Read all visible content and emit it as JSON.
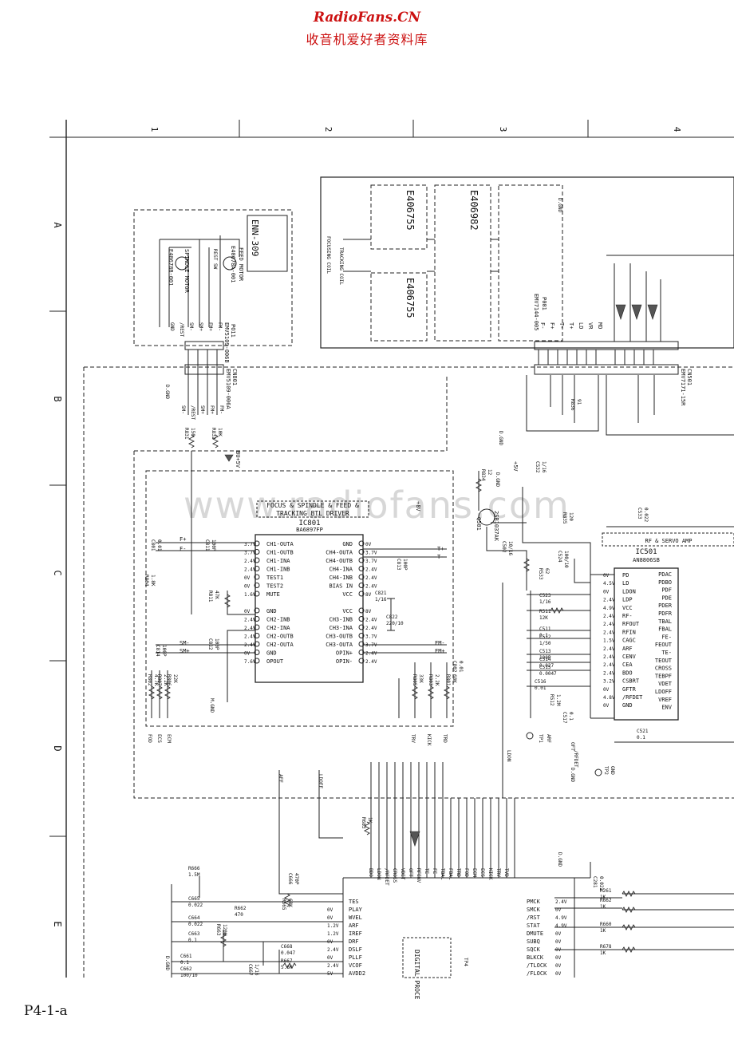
{
  "header": {
    "site": "RadioFans.CN",
    "tagline": "收音机爱好者资料库"
  },
  "watermark": "www.radiofans.com",
  "page_number": "P4-1-a",
  "colors": {
    "header": "#cc1111",
    "ink": "#111111",
    "watermark": "#d7d7d7"
  },
  "grid": {
    "columns": [
      "1",
      "2",
      "3",
      "4"
    ],
    "rows": [
      "A",
      "B",
      "C",
      "D",
      "E"
    ]
  },
  "feed_motor": {
    "part": "ENN-309",
    "label1": "FEED MOTOR",
    "part1": "E40678A-001",
    "label2": "SPINDLE MOTOR",
    "part2": "E40678B-001",
    "connector_top": "PO11",
    "connector_top_part": "EMV5109-006B",
    "connector_bot": "CN801",
    "connector_bot_part": "EMV5109-006A",
    "pins_top": [
      "FM-",
      "FM+",
      "SM+",
      "SM-",
      "/REST",
      "GND"
    ],
    "pins_bot": [
      "FM-",
      "FM+",
      "SM+",
      "/REST",
      "SM-"
    ],
    "switch": "REST SW"
  },
  "pickup": {
    "parts": [
      "E406755",
      "E406982",
      "E406755"
    ],
    "coil1": "TRACKING COIL",
    "coil2": "FOCUSING COIL",
    "connector": "P001",
    "connector_part": "EMV7144-005",
    "pins": [
      "F-",
      "F+",
      "T-",
      "T+",
      "LD",
      "VR",
      "MD"
    ]
  },
  "cn501": {
    "name": "CN501",
    "part": "EMV7171-15R"
  },
  "ic801": {
    "title1": "FOCUS & SPINDLE & FEED &",
    "title2": "TRACKING BTL DRIVER",
    "name": "IC801",
    "part": "BA6897FP",
    "left_pins": [
      "CH1-OUTA",
      "CH1-OUTB",
      "CH1-INA",
      "CH1-INB",
      "TEST1",
      "TEST2",
      "MUTE",
      "",
      "GND",
      "CH2-INB",
      "CH2-INA",
      "CH2-OUTB",
      "CH2-OUTA",
      "GND",
      "OPOUT"
    ],
    "right_pins": [
      "GND",
      "CH4-OUTA",
      "CH4-OUTB",
      "CH4-INA",
      "CH4-INB",
      "BIAS IN",
      "VCC",
      "",
      "VCC",
      "CH3-INB",
      "CH3-INA",
      "CH3-OUTB",
      "CH3-OUTA",
      "OPIN+",
      "OPIN-"
    ],
    "left_volts": [
      "3.7V",
      "3.7V",
      "2.4V",
      "2.4V",
      "0V",
      "0V",
      "1.6V",
      "",
      "0V",
      "2.4V",
      "2.4V",
      "2.4V",
      "2.4V",
      "0V",
      "7.6V"
    ],
    "right_volts": [
      "0V",
      "3.7V",
      "3.7V",
      "2.4V",
      "2.4V",
      "2.4V",
      "8V",
      "",
      "8V",
      "2.4V",
      "2.4V",
      "3.7V",
      "3.7V",
      "2.4V",
      "2.4V"
    ]
  },
  "ic501": {
    "name": "IC501",
    "part": "AN8806SB",
    "block": "RF & SERVO AMP",
    "left_pins": [
      "PD",
      "LD",
      "LDON",
      "LDP",
      "VCC",
      "RF-",
      "RFOUT",
      "RFIN",
      "CAGC",
      "ARF",
      "CENV",
      "CEA",
      "BDO",
      "CSBRT",
      "GFTR",
      "/RFDET",
      "GND"
    ],
    "right_pins": [
      "PDAC",
      "PDBO",
      "PDF",
      "PDE",
      "PDER",
      "PDFR",
      "TBAL",
      "FBAL",
      "FE-",
      "FEOUT",
      "TE-",
      "TEOUT",
      "CROSS",
      "TEBPF",
      "VDET",
      "LDOFF",
      "VREF",
      "ENV"
    ],
    "volts": [
      "0V",
      "4.5V",
      "0V",
      "2.4V",
      "4.9V",
      "2.4V",
      "2.4V",
      "2.4V",
      "1.5V",
      "2.4V",
      "2.4V",
      "2.4V",
      "2.4V",
      "3.2V",
      "0V",
      "4.8V",
      "0V"
    ]
  },
  "transistor": {
    "name": "Q501",
    "part": "2SB1037AK"
  },
  "supplies": {
    "v5": "+5V",
    "v8": "+8V",
    "bu": "BU+5V"
  },
  "components": [
    {
      "ref": "R832",
      "val": "10K"
    },
    {
      "ref": "R831",
      "val": "150"
    },
    {
      "ref": "C801",
      "val": "0.01"
    },
    {
      "ref": "C811",
      "val": "100P"
    },
    {
      "ref": "R804",
      "val": "1.8K"
    },
    {
      "ref": "R811",
      "val": "47K"
    },
    {
      "ref": "C812",
      "val": "100P"
    },
    {
      "ref": "C814",
      "val": "100P"
    },
    {
      "ref": "C821",
      "val": "1/16"
    },
    {
      "ref": "C822",
      "val": "220/10"
    },
    {
      "ref": "C813",
      "val": "100P"
    },
    {
      "ref": "C802",
      "val": "0.01"
    },
    {
      "ref": "R806",
      "val": "22K"
    },
    {
      "ref": "R807",
      "val": "2.2K"
    },
    {
      "ref": "R802",
      "val": "4.7K"
    },
    {
      "ref": "R805",
      "val": "33K"
    },
    {
      "ref": "R803",
      "val": "2.2K"
    },
    {
      "ref": "R801",
      "val": "68K"
    },
    {
      "ref": "R834",
      "val": "12"
    },
    {
      "ref": "C532",
      "val": "1/16"
    },
    {
      "ref": "R835",
      "val": "120"
    },
    {
      "ref": "R836",
      "val": "91"
    },
    {
      "ref": "C502",
      "val": "10/16"
    },
    {
      "ref": "R533",
      "val": "62"
    },
    {
      "ref": "C523",
      "val": "1/16"
    },
    {
      "ref": "R511",
      "val": "12K"
    },
    {
      "ref": "C511",
      "val": "0.1"
    },
    {
      "ref": "C512",
      "val": "1/50"
    },
    {
      "ref": "C513",
      "val": "100P"
    },
    {
      "ref": "C514",
      "val": "0.027"
    },
    {
      "ref": "C515",
      "val": "0.0047"
    },
    {
      "ref": "C516",
      "val": "0.01"
    },
    {
      "ref": "R512",
      "val": "1.2M"
    },
    {
      "ref": "C517",
      "val": "0.1"
    },
    {
      "ref": "C521",
      "val": "0.1"
    },
    {
      "ref": "C524",
      "val": "100/10"
    },
    {
      "ref": "C533",
      "val": "0.022"
    },
    {
      "ref": "R683",
      "val": "1K"
    },
    {
      "ref": "R666",
      "val": "1.5M"
    },
    {
      "ref": "C665",
      "val": "0.022"
    },
    {
      "ref": "C664",
      "val": "0.022"
    },
    {
      "ref": "C663",
      "val": "0.1"
    },
    {
      "ref": "R662",
      "val": "470"
    },
    {
      "ref": "R663",
      "val": "120K"
    },
    {
      "ref": "C661",
      "val": "0.1"
    },
    {
      "ref": "C662",
      "val": "100/10"
    },
    {
      "ref": "C666",
      "val": "470P"
    },
    {
      "ref": "R665",
      "val": "68K"
    },
    {
      "ref": "C668",
      "val": "0.047"
    },
    {
      "ref": "R667",
      "val": "5.6K"
    },
    {
      "ref": "C667",
      "val": "1/16"
    },
    {
      "ref": "C281",
      "val": "0.022"
    },
    {
      "ref": "R261",
      "val": "1K"
    },
    {
      "ref": "R662",
      "val": "1K"
    },
    {
      "ref": "R660",
      "val": "1K"
    },
    {
      "ref": "R678",
      "val": "1K"
    }
  ],
  "dsp": {
    "block": "DIGITAL PROCE",
    "left_pins": [
      "TES",
      "PLAY",
      "WVEL",
      "ARF",
      "IREF",
      "DRF",
      "DSLF",
      "PLLF",
      "VCOF",
      "AVDD2"
    ],
    "left_volts": [
      "",
      "0V",
      "0V",
      "1.2V",
      "1.2V",
      "0V",
      "2.4V",
      "0V",
      "2.4V",
      "5V"
    ],
    "top_pins": [
      "BDO",
      "LDON",
      "/RFDET",
      "CROSS",
      "VDET",
      "OFT",
      "RFENV",
      "TE",
      "FE",
      "TBAL",
      "FBAL",
      "TRD",
      "FOD",
      "ECM",
      "ECS",
      "KICK",
      "TRV",
      "TVD"
    ],
    "right_pins": [
      "PMCK",
      "SMCK",
      "/RST",
      "STAT",
      "DMUTE",
      "SUBQ",
      "SQCK",
      "BLKCK",
      "/TLOCK",
      "/FLOCK"
    ],
    "right_volts": [
      "2.4V",
      "0V",
      "4.9V",
      "4.9V",
      "0V",
      "0V",
      "0V",
      "0V",
      "0V",
      "0V"
    ]
  },
  "misc": {
    "dgnd": "D.GND",
    "mgnd": "M.GND",
    "tp1": "TP1",
    "tp1_label": "ARF",
    "tp2": "TP2",
    "tp2_label": "GND",
    "tp4": "TP4",
    "ic801_out_labels": [
      "FOD",
      "ECS",
      "ECM",
      "TRV",
      "KICK",
      "TRD"
    ],
    "bus_labels": [
      "AFF",
      "LDOFF",
      "LDON",
      "/RFDET",
      "OFT"
    ],
    "spindle_labels": [
      "SM-",
      "SM+"
    ],
    "feed_labels": [
      "FM-",
      "FM+"
    ],
    "focus_labels": [
      "F+",
      "F-"
    ],
    "track_labels": [
      "T+",
      "T-"
    ]
  }
}
